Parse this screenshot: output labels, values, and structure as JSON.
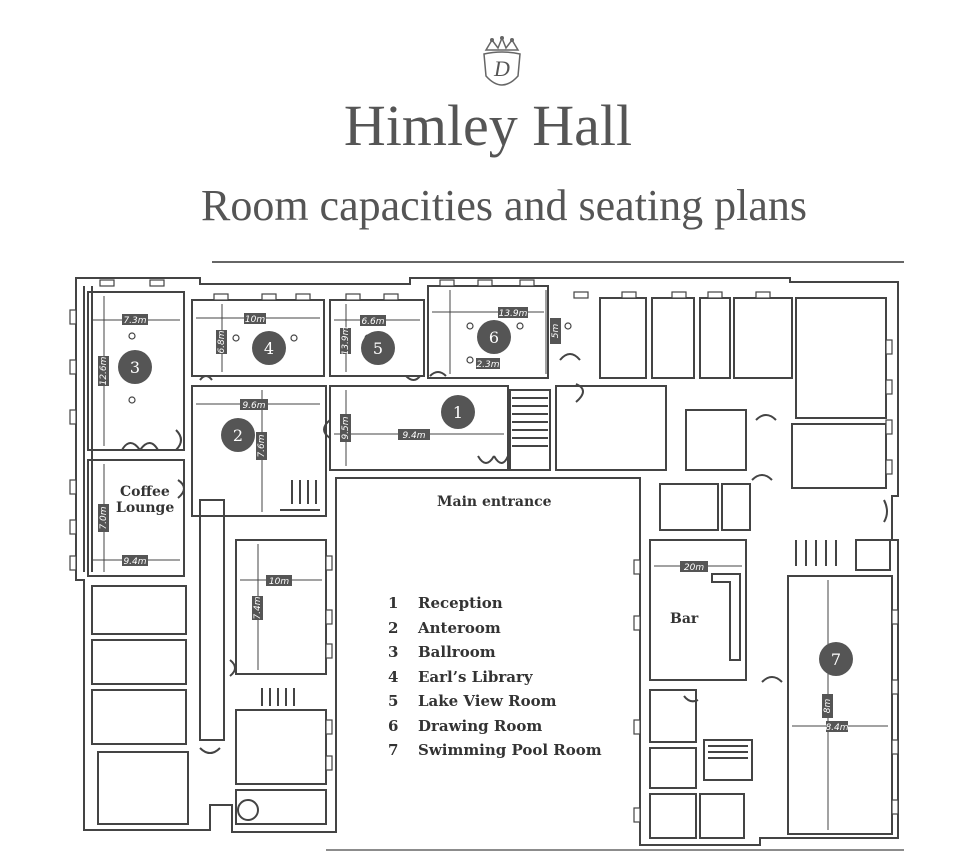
{
  "header": {
    "title": "Himley Hall",
    "subtitle": "Room capacities and seating plans",
    "logo_icon": "crowned-d-crest-icon"
  },
  "plan": {
    "labels": {
      "main_entrance": "Main entrance",
      "coffee_lounge_line1": "Coffee",
      "coffee_lounge_line2": "Lounge",
      "bar": "Bar"
    },
    "room_markers": [
      "1",
      "2",
      "3",
      "4",
      "5",
      "6",
      "7"
    ],
    "dimensions": [
      "7.3m",
      "12.6m",
      "10m",
      "6.8m",
      "6.6m",
      "13.9m",
      "13.9m",
      "9.4m",
      "9.5m",
      "2.3m",
      "9.6m",
      "7.6m",
      "9.4m",
      "7.0m",
      "10m",
      "7.4m",
      "20m",
      "8m",
      "8.4m",
      "5m"
    ]
  },
  "legend": [
    {
      "num": "1",
      "name": "Reception"
    },
    {
      "num": "2",
      "name": "Anteroom"
    },
    {
      "num": "3",
      "name": "Ballroom"
    },
    {
      "num": "4",
      "name": "Earl’s Library"
    },
    {
      "num": "5",
      "name": "Lake View Room"
    },
    {
      "num": "6",
      "name": "Drawing Room"
    },
    {
      "num": "7",
      "name": "Swimming Pool Room"
    }
  ],
  "colors": {
    "marker_fill": "#555555",
    "wall": "#444444",
    "title_text": "#555555"
  }
}
